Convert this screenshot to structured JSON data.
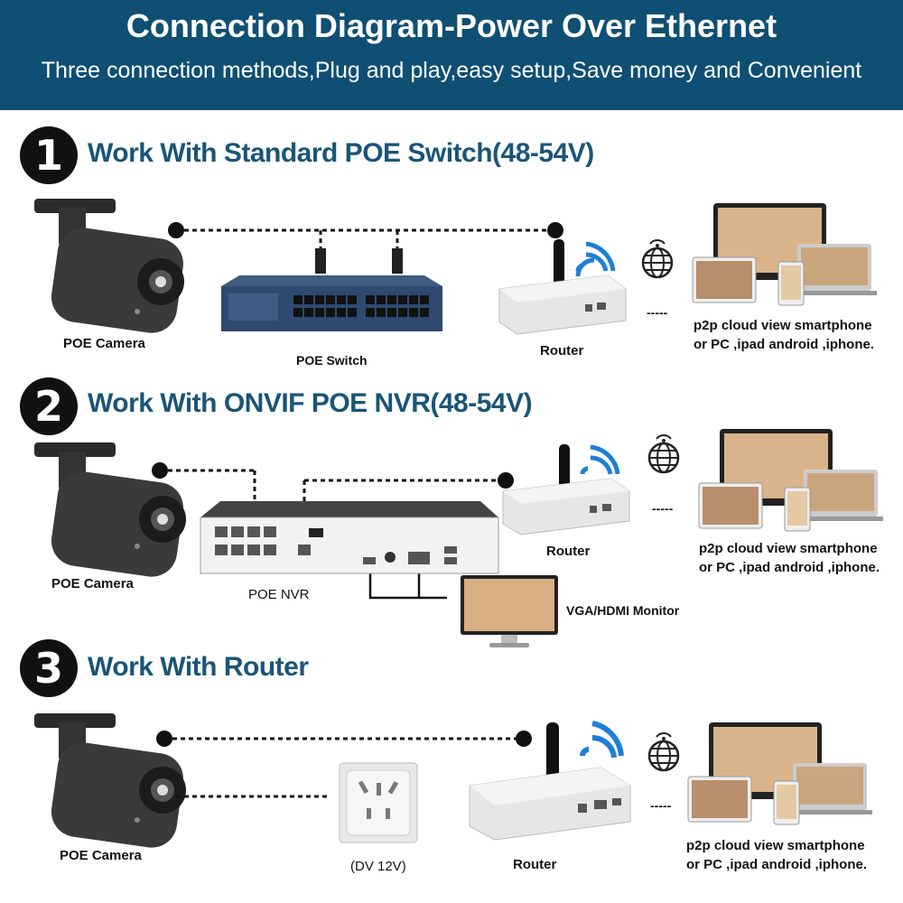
{
  "header": {
    "title": "Connection Diagram-Power Over Ethernet",
    "subtitle": "Three connection methods,Plug and play,easy setup,Save money and Convenient"
  },
  "sections": [
    {
      "number": "1",
      "heading": "Work With Standard POE Switch(48-54V)",
      "camera_label": "POE Camera",
      "device_label": "POE Switch",
      "router_label": "Router",
      "dashes": "-----",
      "cloud_line1": "p2p cloud view smartphone",
      "cloud_line2": "or PC ,ipad android ,iphone."
    },
    {
      "number": "2",
      "heading": "Work With ONVIF POE NVR(48-54V)",
      "camera_label": "POE Camera",
      "device_label": "POE NVR",
      "router_label": "Router",
      "monitor_label": "VGA/HDMI Monitor",
      "dashes": "-----",
      "cloud_line1": "p2p cloud view smartphone",
      "cloud_line2": "or PC ,ipad android ,iphone."
    },
    {
      "number": "3",
      "heading": "Work With Router",
      "camera_label": "POE Camera",
      "device_label": "(DV 12V)",
      "router_label": "Router",
      "dashes": "-----",
      "cloud_line1": "p2p cloud view smartphone",
      "cloud_line2": "or PC ,ipad android ,iphone."
    }
  ],
  "icons": [
    "camera-icon",
    "switch-icon",
    "nvr-icon",
    "router-icon",
    "wifi-icon",
    "globe-icon",
    "devices-icon",
    "monitor-icon",
    "power-outlet-icon"
  ]
}
